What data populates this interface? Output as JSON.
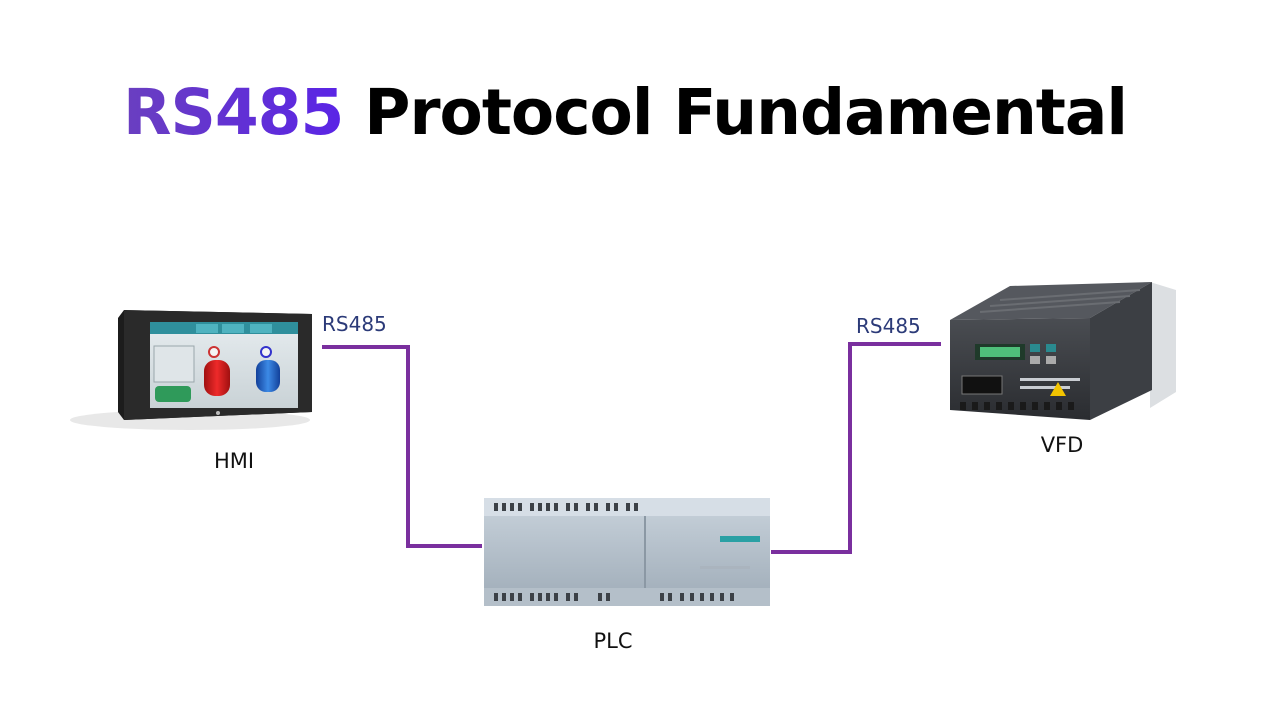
{
  "title": {
    "accent": "RS485",
    "rest": " Protocol Fundamental",
    "accent_color": "#5b2fd6",
    "text_color": "#000000"
  },
  "wire_color": "#7a2f9e",
  "devices": {
    "hmi": {
      "label": "HMI",
      "icon": "hmi-touch-panel"
    },
    "plc": {
      "label": "PLC",
      "icon": "plc-controller"
    },
    "vfd": {
      "label": "VFD",
      "icon": "variable-frequency-drive"
    }
  },
  "links": [
    {
      "label": "RS485",
      "from": "HMI",
      "to": "PLC"
    },
    {
      "label": "RS485",
      "from": "PLC",
      "to": "VFD"
    }
  ]
}
